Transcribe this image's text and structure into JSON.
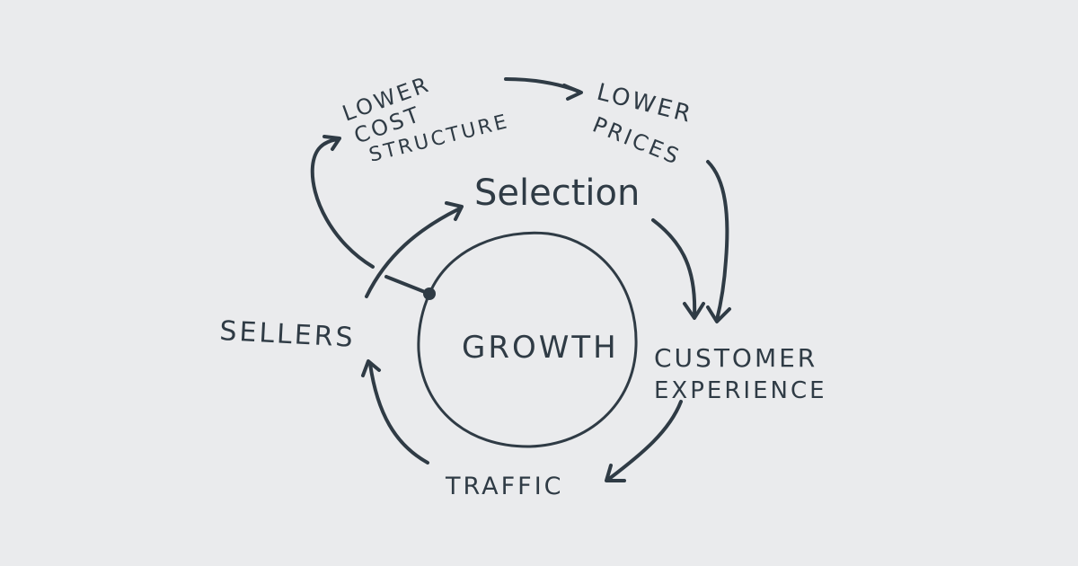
{
  "diagram": {
    "type": "flywheel",
    "style": "hand-drawn sketch",
    "colors": {
      "background": "#eaebed",
      "ink": "#2f3b45"
    },
    "center": {
      "label": "GROWTH"
    },
    "nodes": [
      {
        "id": "selection",
        "label": "Selection"
      },
      {
        "id": "customer_experience",
        "label_line1": "CUSTOMER",
        "label_line2": "EXPERIENCE"
      },
      {
        "id": "traffic",
        "label": "TRAFFIC"
      },
      {
        "id": "sellers",
        "label": "SELLERS"
      },
      {
        "id": "lower_cost_structure",
        "label_line1": "LOWER",
        "label_line2": "COST",
        "label_line3": "STRUCTURE"
      },
      {
        "id": "lower_prices",
        "label_line1": "LOWER",
        "label_line2": "PRICES"
      }
    ],
    "edges": [
      {
        "from": "selection",
        "to": "customer_experience"
      },
      {
        "from": "customer_experience",
        "to": "traffic"
      },
      {
        "from": "traffic",
        "to": "sellers"
      },
      {
        "from": "sellers",
        "to": "selection"
      },
      {
        "from": "growth",
        "to": "lower_cost_structure"
      },
      {
        "from": "lower_cost_structure",
        "to": "lower_prices"
      },
      {
        "from": "lower_prices",
        "to": "customer_experience"
      }
    ]
  }
}
